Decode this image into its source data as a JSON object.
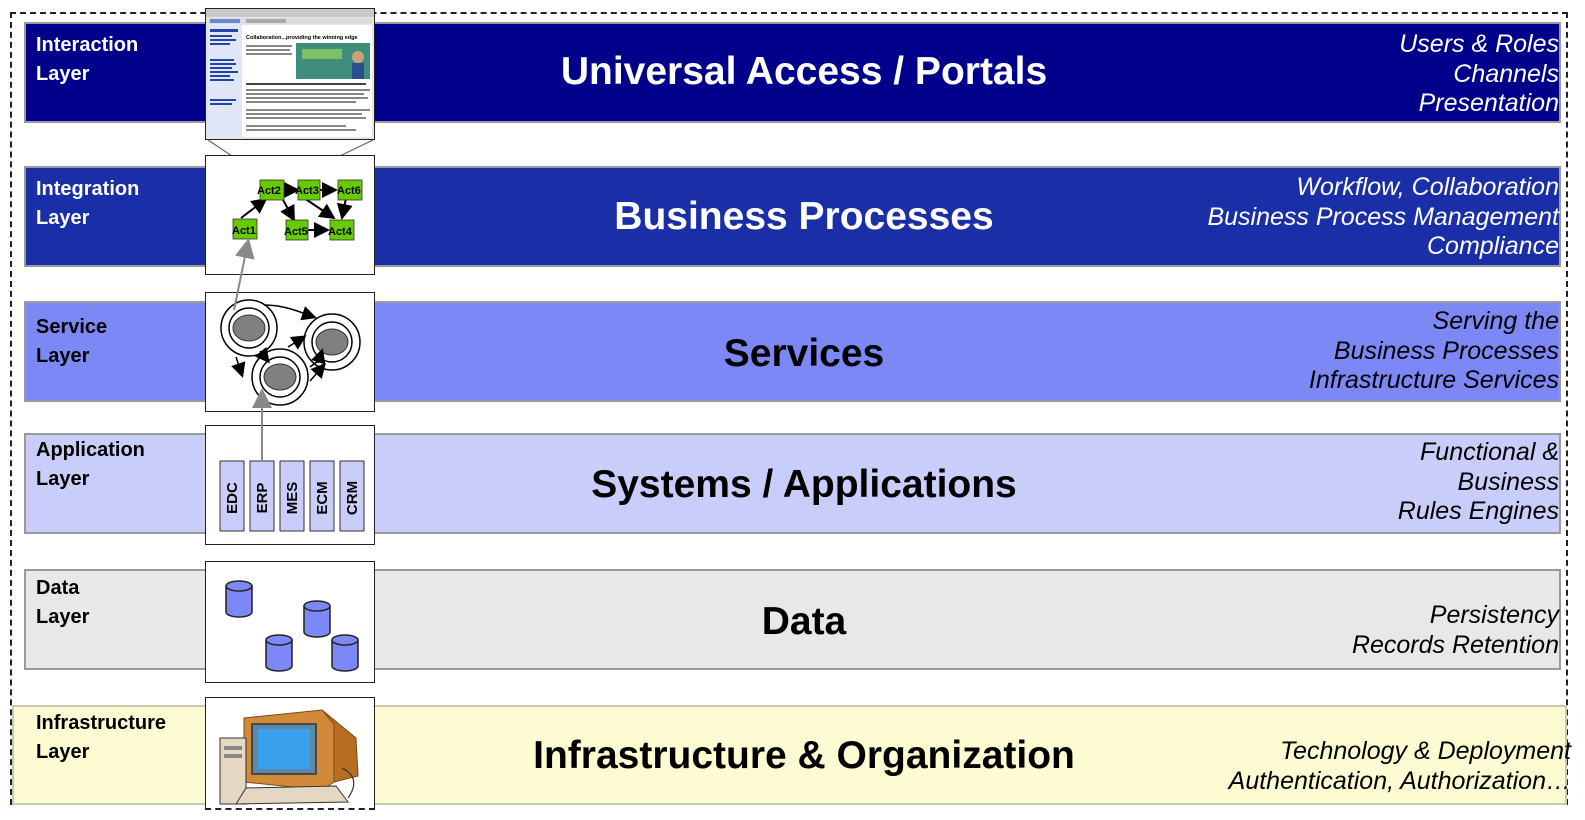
{
  "layers": [
    {
      "label": "Interaction\nLayer",
      "title": "Universal Access / Portals",
      "desc": "Users & Roles\nChannels\nPresentation"
    },
    {
      "label": "Integration\nLayer",
      "title": "Business Processes",
      "desc": "Workflow, Collaboration\nBusiness Process Management\nCompliance"
    },
    {
      "label": "Service\nLayer",
      "title": "Services",
      "desc": "Serving the\nBusiness Processes\nInfrastructure Services"
    },
    {
      "label": "Application\nLayer",
      "title": "Systems / Applications",
      "desc": "Functional &\nBusiness\nRules Engines"
    },
    {
      "label": "Data\nLayer",
      "title": "Data",
      "desc": "Persistency\nRecords Retention"
    },
    {
      "label": "Infrastructure\nLayer",
      "title": "Infrastructure & Organization",
      "desc": "Technology & Deployment\nAuthentication, Authorization…"
    }
  ],
  "process_nodes": [
    "Act1",
    "Act2",
    "Act3",
    "Act4",
    "Act5",
    "Act6"
  ],
  "systems": [
    "EDC",
    "ERP",
    "MES",
    "ECM",
    "CRM"
  ],
  "portal_screenshot_headline": "Collaboration...providing the winning edge",
  "colors": {
    "interaction_band": "#00008b",
    "integration_band": "#1a2ea8",
    "service_band": "#7b88f5",
    "application_band": "#c8cdfa",
    "data_band": "#e8e8e8",
    "infrastructure_band": "#fdfbd2",
    "process_node": "#66cc00",
    "service_node": "#808080",
    "database": "#7b88f5"
  },
  "icons": [
    "portal-screenshot",
    "process-flow-diagram",
    "service-network-icon",
    "application-columns-icon",
    "database-cylinders-icon",
    "desktop-computer-icon"
  ]
}
